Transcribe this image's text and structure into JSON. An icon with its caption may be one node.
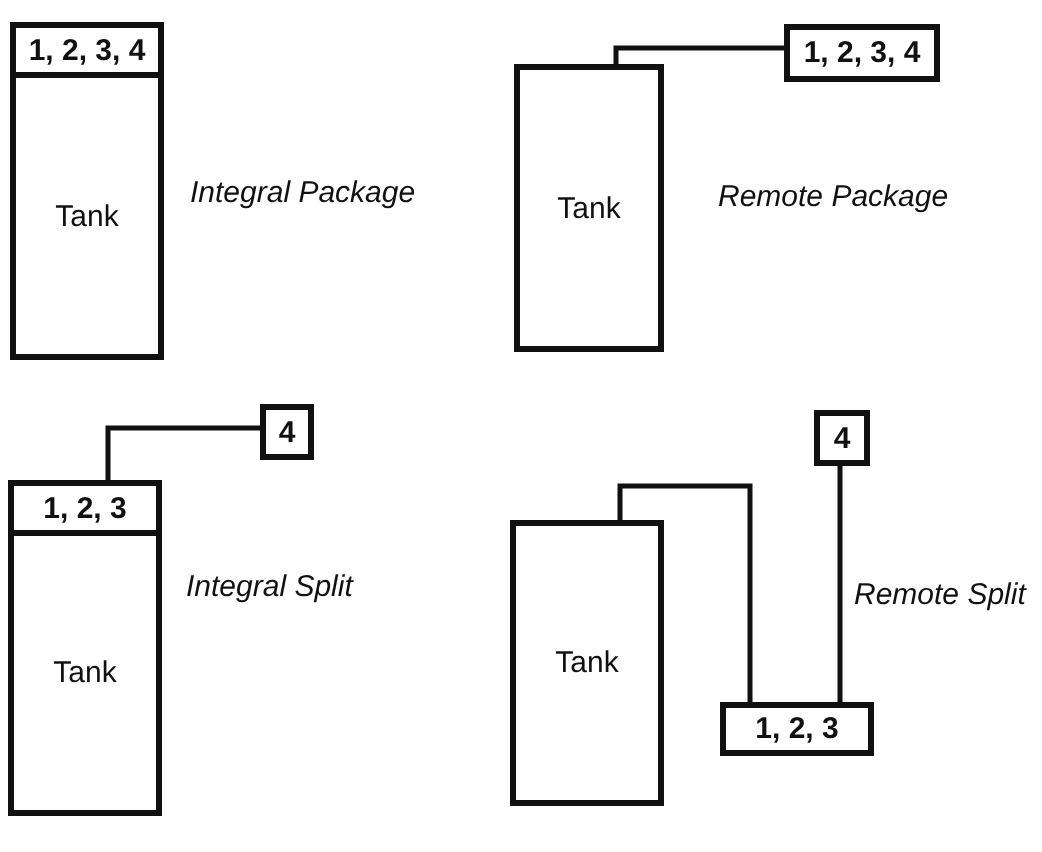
{
  "diagram": {
    "nodes": [
      {
        "text": [
          "Tank"
        ]
      },
      {
        "text": [
          "1, 2, 3, 4"
        ],
        "in": 0
      },
      {
        "text": [
          "Tank"
        ]
      },
      {
        "text": [
          "1, 2, 3, 4"
        ]
      },
      {
        "text": [
          "Tank"
        ]
      },
      {
        "text": [
          "1, 2, 3"
        ],
        "in": 4
      },
      {
        "text": [
          "4"
        ]
      },
      {
        "text": [
          "4"
        ]
      },
      {
        "text": [
          "Tank"
        ]
      },
      {
        "text": [
          "1, 2, 3"
        ]
      }
    ],
    "edges": [
      {
        "from": 2,
        "to": 3,
        "arrow": "none"
      },
      {
        "from": 5,
        "to": 6,
        "arrow": "none"
      },
      {
        "from": 8,
        "to": 9,
        "arrow": "none"
      },
      {
        "from": 9,
        "to": 7,
        "arrow": "none"
      }
    ],
    "labels": [
      "Integral Package",
      "Remote Package",
      "Integral Split",
      "Remote Split"
    ]
  }
}
